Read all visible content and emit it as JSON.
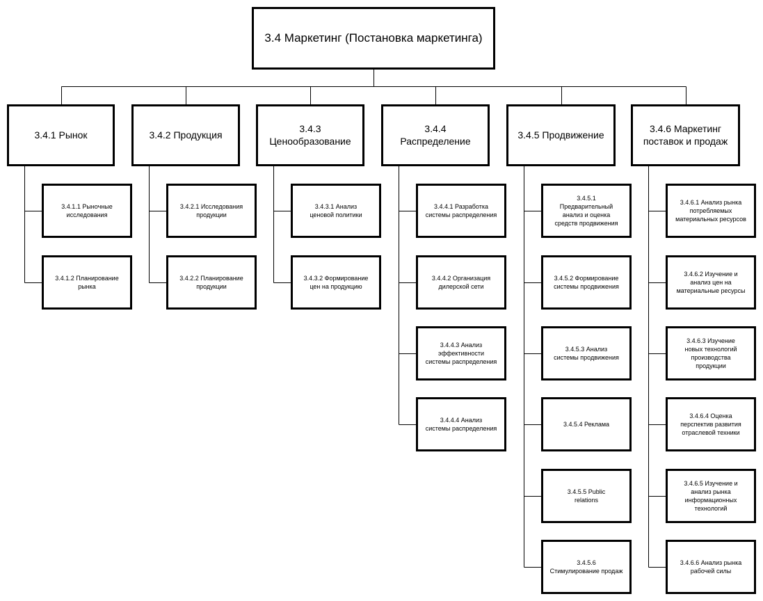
{
  "root": "3.4 Маркетинг (Постановка маркетинга)",
  "groups": [
    {
      "label": "3.4.1 Рынок",
      "children": [
        "3.4.1.1 Рыночные\nисследования",
        "3.4.1.2 Планирование\nрынка"
      ]
    },
    {
      "label": "3.4.2 Продукция",
      "children": [
        "3.4.2.1 Исследования\nпродукции",
        "3.4.2.2 Планирование\nпродукции"
      ]
    },
    {
      "label": "3.4.3\nЦенообразование",
      "children": [
        "3.4.3.1 Анализ\nценовой политики",
        "3.4.3.2 Формирование\nцен на продукцию"
      ]
    },
    {
      "label": "3.4.4\nРаспределение",
      "children": [
        "3.4.4.1 Разработка\nсистемы распределения",
        "3.4.4.2 Организация\nдилерской сети",
        "3.4.4.3 Анализ\nэффективности\nсистемы распределения",
        "3.4.4.4 Анализ\nсистемы распределения"
      ]
    },
    {
      "label": "3.4.5 Продвижение",
      "children": [
        "3.4.5.1\nПредварительный\nанализ и оценка\nсредств продвижения",
        "3.4.5.2 Формирование\nсистемы продвижения",
        "3.4.5.3 Анализ\nсистемы продвижения",
        "3.4.5.4 Реклама",
        "3.4.5.5 Public\nrelations",
        "3.4.5.6\nСтимулирование продаж"
      ]
    },
    {
      "label": "3.4.6 Маркетинг\nпоставок и продаж",
      "children": [
        "3.4.6.1 Анализ рынка\nпотребляемых\nматериальных ресурсов",
        "3.4.6.2 Изучение и\nанализ цен на\nматериальные ресурсы",
        "3.4.6.3 Изучение\nновых технологий\nпроизводства\nпродукции",
        "3.4.6.4 Оценка\nперспектив развития\nотраслевой техники",
        "3.4.6.5 Изучение и\nанализ рынка\nинформационных\nтехнологий",
        "3.4.6.6 Анализ рынка\nрабочей силы"
      ]
    }
  ]
}
